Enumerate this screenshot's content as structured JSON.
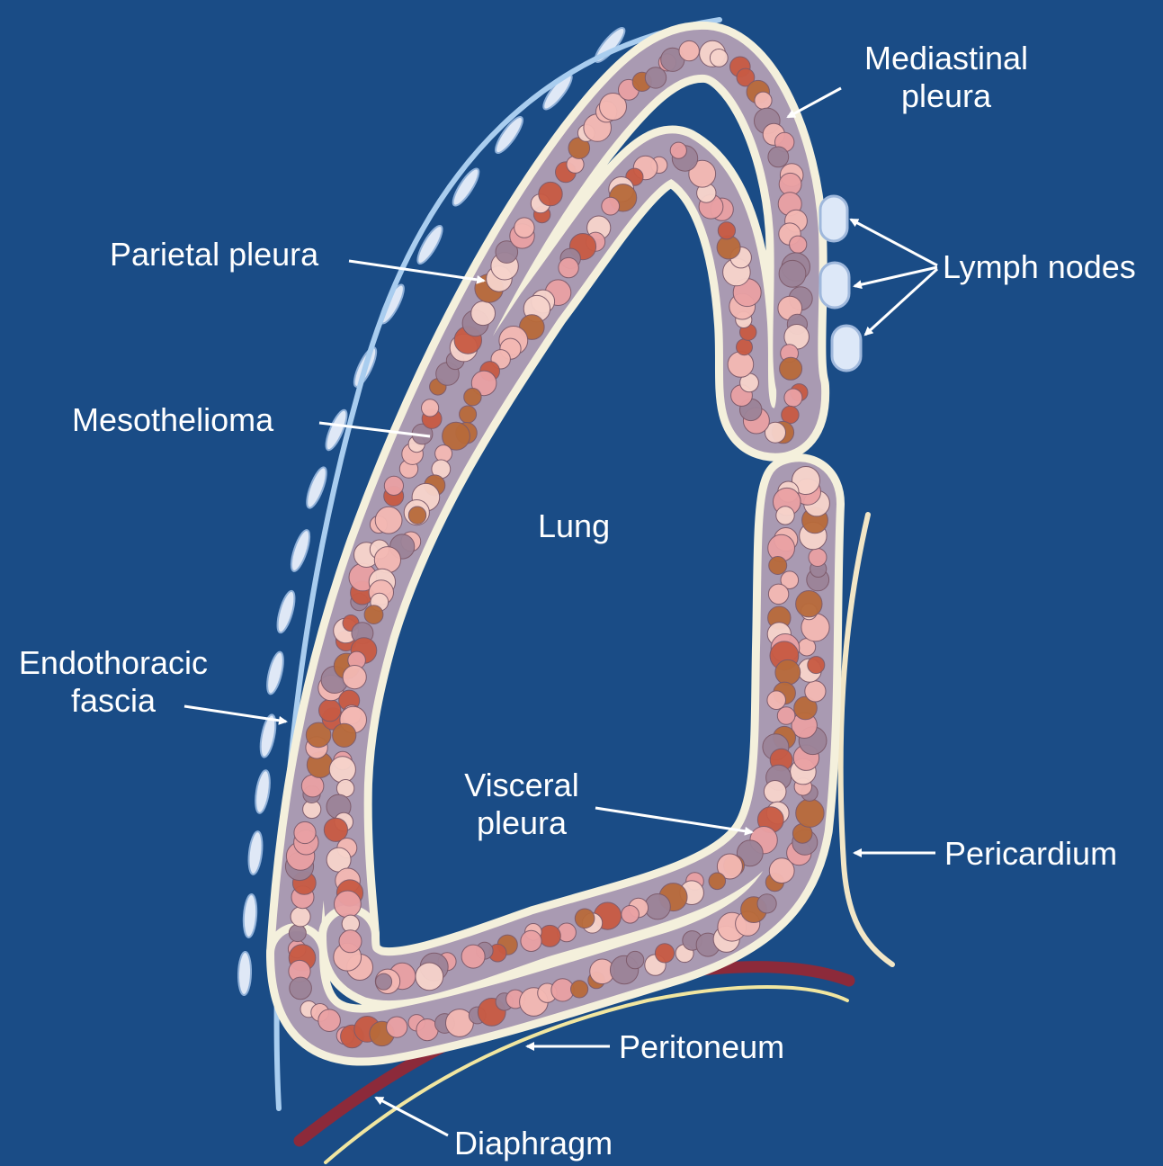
{
  "colors": {
    "background": "#1a4c86",
    "pleura_outline": "#f4f0dc",
    "tumor_band": "#a99ab2",
    "tumor_cells": [
      "#f4b9b4",
      "#eaa1a4",
      "#c85a43",
      "#b86a3a",
      "#f7d4cc",
      "#9c8398"
    ],
    "endothoracic_fascia": "#a9cdef",
    "ribs": "#dfe8f6",
    "pericardium": "#f2e6c6",
    "diaphragm": "#8c2a3a",
    "peritoneum": "#f1e6a0",
    "lymph_nodes": "#dde8f8"
  },
  "labels": {
    "mediastinal_pleura": [
      "Mediastinal",
      "pleura"
    ],
    "parietal_pleura": "Parietal pleura",
    "lymph_nodes": "Lymph nodes",
    "mesothelioma": "Mesothelioma",
    "lung": "Lung",
    "endothoracic_fascia": [
      "Endothoracic",
      "fascia"
    ],
    "visceral_pleura": [
      "Visceral",
      "pleura"
    ],
    "pericardium": "Pericardium",
    "peritoneum": "Peritoneum",
    "diaphragm": "Diaphragm"
  }
}
